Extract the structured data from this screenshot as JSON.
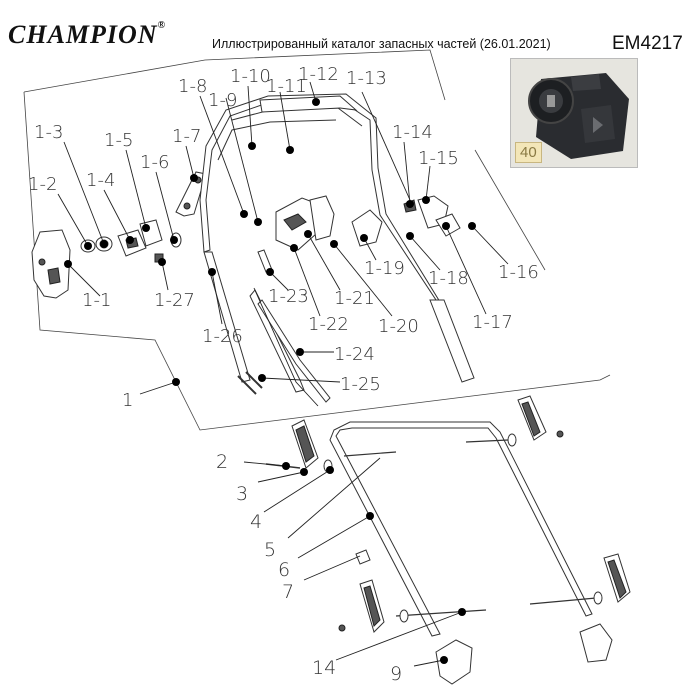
{
  "header": {
    "brand": "CHAMPION",
    "brand_mark": "®",
    "catalog_title": "Иллюстрированный каталог запасных частей (26.01.2021)",
    "model": "EM4217"
  },
  "photo": {
    "badge": "40"
  },
  "callouts": [
    "1-1",
    "1-2",
    "1-3",
    "1-4",
    "1-5",
    "1-6",
    "1-7",
    "1-8",
    "1-9",
    "1-10",
    "1-11",
    "1-12",
    "1-13",
    "1-14",
    "1-15",
    "1-16",
    "1-17",
    "1-18",
    "1-19",
    "1-20",
    "1-21",
    "1-22",
    "1-23",
    "1-24",
    "1-25",
    "1-26",
    "1-27",
    "1",
    "2",
    "3",
    "4",
    "5",
    "6",
    "7",
    "9",
    "14"
  ]
}
